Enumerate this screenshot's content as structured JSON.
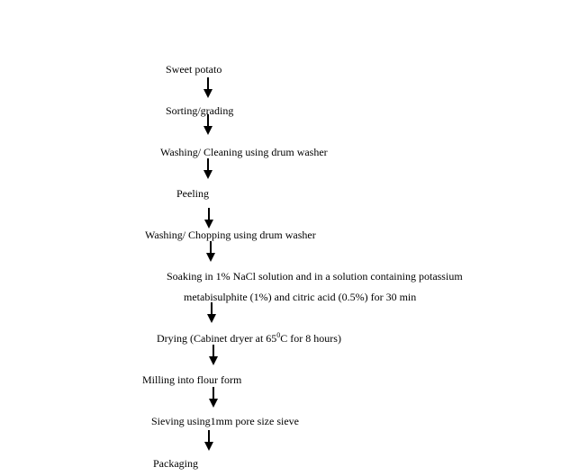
{
  "flowchart": {
    "steps": [
      {
        "label": "Sweet potato"
      },
      {
        "label": "Sorting/grading"
      },
      {
        "label": "Washing/ Cleaning using drum washer"
      },
      {
        "label": "Peeling"
      },
      {
        "label": "Washing/ Chopping using drum washer"
      },
      {
        "label_line1": "Soaking in 1% NaCl solution and in a solution containing potassium",
        "label_line2": "metabisulphite (1%) and citric acid (0.5%) for 30 min"
      },
      {
        "label_pre": "Drying (Cabinet dryer at 65",
        "label_sup": "0",
        "label_post": "C for 8 hours)"
      },
      {
        "label": "Milling into flour form"
      },
      {
        "label": "Sieving using1mm pore size sieve"
      },
      {
        "label": "Packaging"
      }
    ]
  }
}
